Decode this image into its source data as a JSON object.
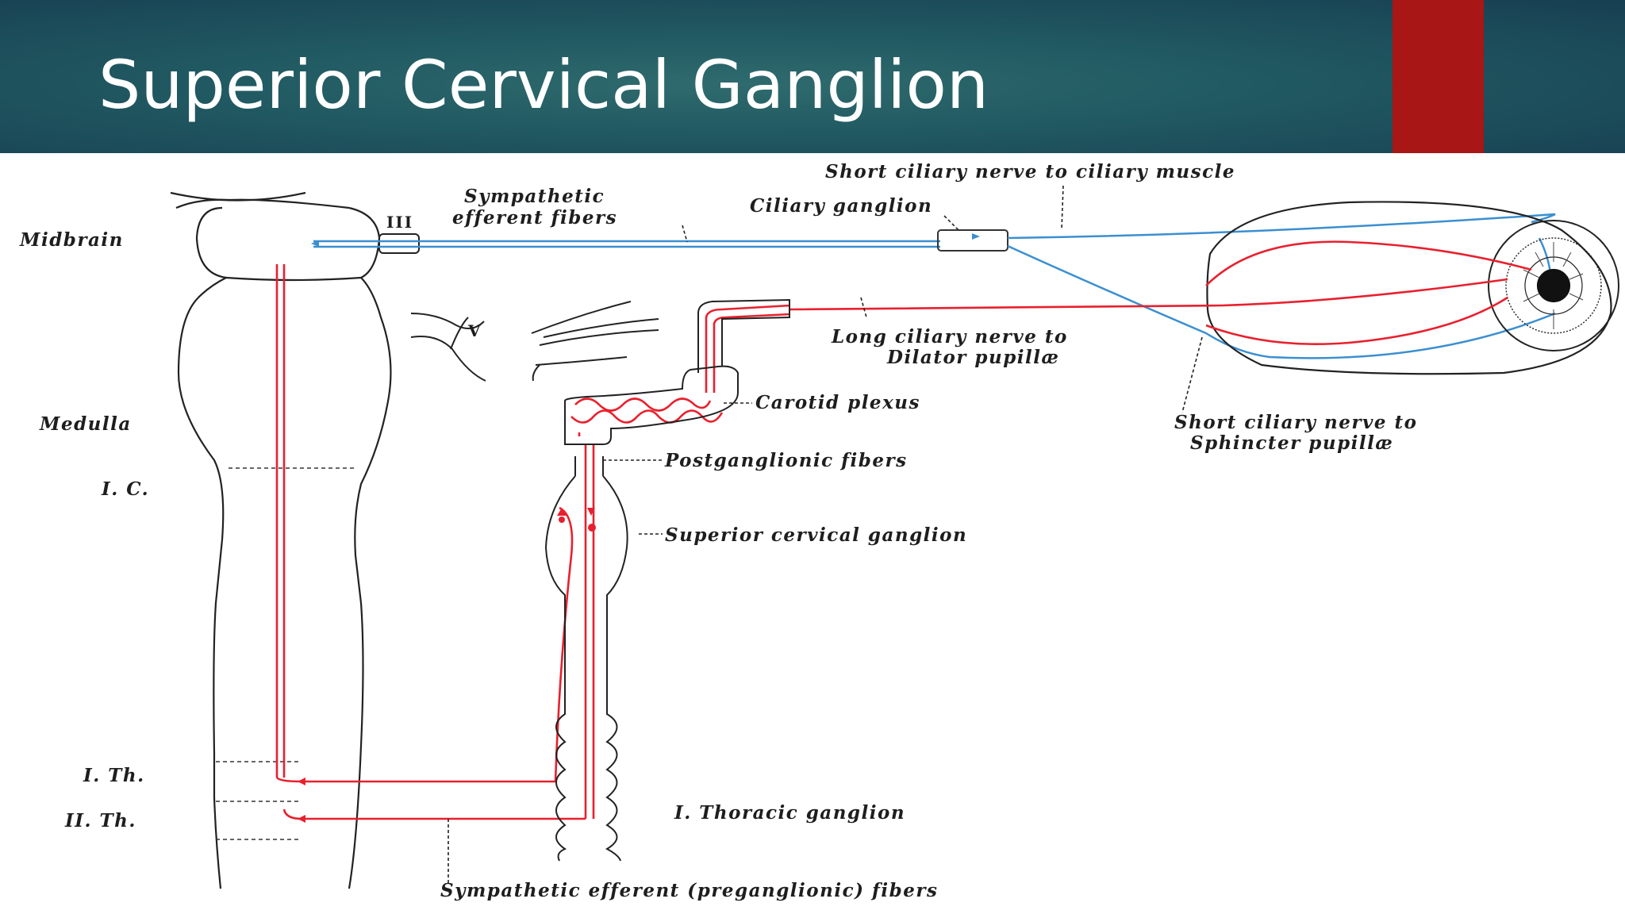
{
  "slide": {
    "title": "Superior Cervical Ganglion",
    "colors": {
      "header_bg": "#1c4a58",
      "accent": "#a81616",
      "sympathetic_red": "#e8202e",
      "parasympathetic_blue": "#3b8fd0"
    }
  },
  "diagram": {
    "labels": {
      "midbrain": "Midbrain",
      "medulla": "Medulla",
      "ic": "I. C.",
      "ith": "I. Th.",
      "iith": "II. Th.",
      "iii": "III",
      "v": "V",
      "sympathetic_efferent_1": "Sympathetic",
      "sympathetic_efferent_2": "efferent fibers",
      "ciliary_ganglion": "Ciliary ganglion",
      "short_ciliary_muscle": "Short ciliary nerve to ciliary muscle",
      "long_ciliary_1": "Long ciliary nerve to",
      "long_ciliary_2": "Dilator pupillæ",
      "carotid_plexus": "Carotid plexus",
      "postganglionic": "Postganglionic fibers",
      "superior_cervical": "Superior cervical ganglion",
      "short_ciliary_sphincter_1": "Short ciliary nerve to",
      "short_ciliary_sphincter_2": "Sphincter pupillæ",
      "thoracic_ganglion": "I. Thoracic ganglion",
      "preganglionic": "Sympathetic efferent (preganglionic) fibers"
    }
  }
}
